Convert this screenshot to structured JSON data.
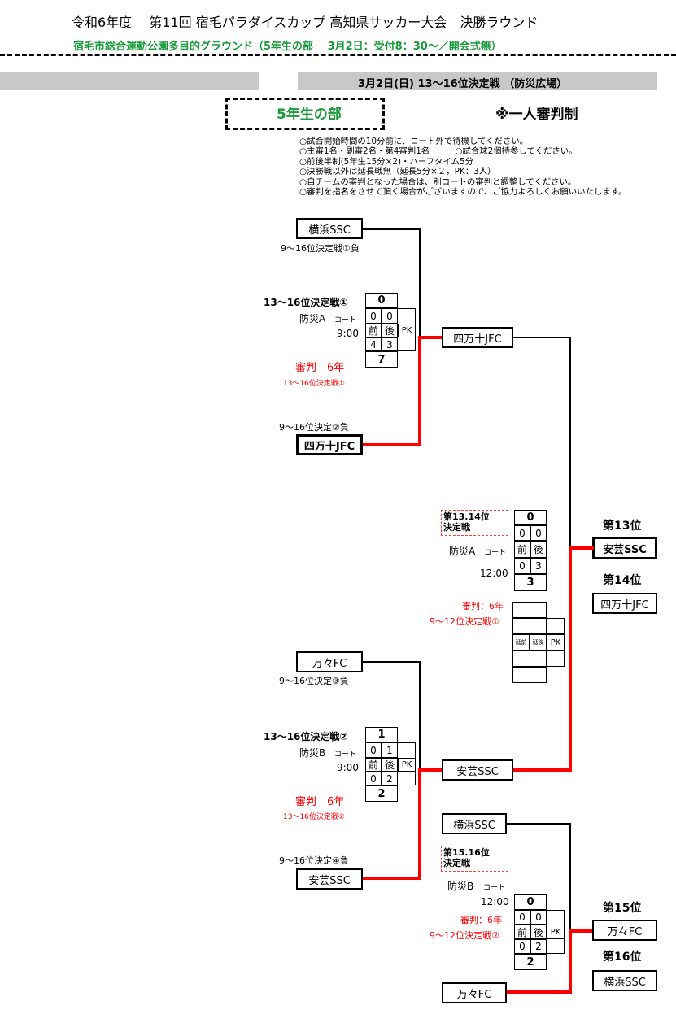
{
  "header": {
    "title": "令和6年度　 第11回 宿毛パラダイスカップ 高知県サッカー大会　決勝ラウンド",
    "subtitle": "宿毛市総合運動公園多目的グラウンド（5年生の部　 3月2日：受付8：30～／開会式無）",
    "date_bar": "3月2日(日)  13～16位決定戦  （防災広場）",
    "grade": "5年生の部",
    "referee_system": "※一人審判制"
  },
  "rules": [
    "○試合開始時間の10分前に、コート外で待機してください。",
    "○主審1名・副審2名・第4審判1名　　　○試合球2個持参してください。",
    "○前後半制(5年生15分×2)・ハーフタイム5分",
    "○決勝戦以外は延長戦無（延長5分×２，PK：3人）",
    "○自チームの審判となった場合は、別コートの審判と調整してください。",
    "○審判を指名をさせて頂く場合がございますので、ご協力よろしくお願いいたします。"
  ],
  "labels": {
    "pk": "PK",
    "first_half": "前",
    "second_half": "後",
    "et1": "延前",
    "et2": "延後",
    "court": "コート"
  },
  "match1": {
    "title": "13～16位決定戦①",
    "court": "防災A",
    "time": "9:00",
    "team_a": "横浜SSC",
    "team_a_note": "9～16位決定戦①負",
    "team_b": "四万十JFC",
    "team_b_note": "9～16位決定②負",
    "top_total": "0",
    "top_h1": "0",
    "top_h2": "0",
    "bot_h1": "4",
    "bot_h2": "3",
    "bot_total": "7",
    "referee": "審判　6年",
    "referee_note": "13～16位決定戦①",
    "winner": "四万十JFC"
  },
  "match2": {
    "title": "13～16位決定戦②",
    "court": "防災B",
    "time": "9:00",
    "team_a": "万々FC",
    "team_a_note": "9～16位決定③負",
    "team_b": "安芸SSC",
    "team_b_note": "9～16位決定④負",
    "top_total": "1",
    "top_h1": "0",
    "top_h2": "1",
    "bot_h1": "0",
    "bot_h2": "2",
    "bot_total": "2",
    "referee": "審判　6年",
    "referee_note": "13～16位決定戦②",
    "winner": "安芸SSC"
  },
  "match3": {
    "title": "第13.14位\n決定戦",
    "court": "防災A",
    "time": "12:00",
    "top_total": "0",
    "top_h1": "0",
    "top_h2": "0",
    "bot_h1": "0",
    "bot_h2": "3",
    "bot_total": "3",
    "referee": "審判：6年",
    "referee_note": "9～12位決定戦①",
    "rank13_label": "第13位",
    "rank13_team": "安芸SSC",
    "rank14_label": "第14位",
    "rank14_team": "四万十JFC"
  },
  "match4": {
    "title": "第15.16位\n決定戦",
    "court": "防災B",
    "time": "12:00",
    "team_a": "横浜SSC",
    "team_b": "万々FC",
    "top_total": "0",
    "top_h1": "0",
    "top_h2": "0",
    "bot_h1": "0",
    "bot_h2": "2",
    "bot_total": "2",
    "referee": "審判：6年",
    "referee_note": "9～12位決定戦②",
    "rank15_label": "第15位",
    "rank15_team": "万々FC",
    "rank16_label": "第16位",
    "rank16_team": "横浜SSC"
  }
}
